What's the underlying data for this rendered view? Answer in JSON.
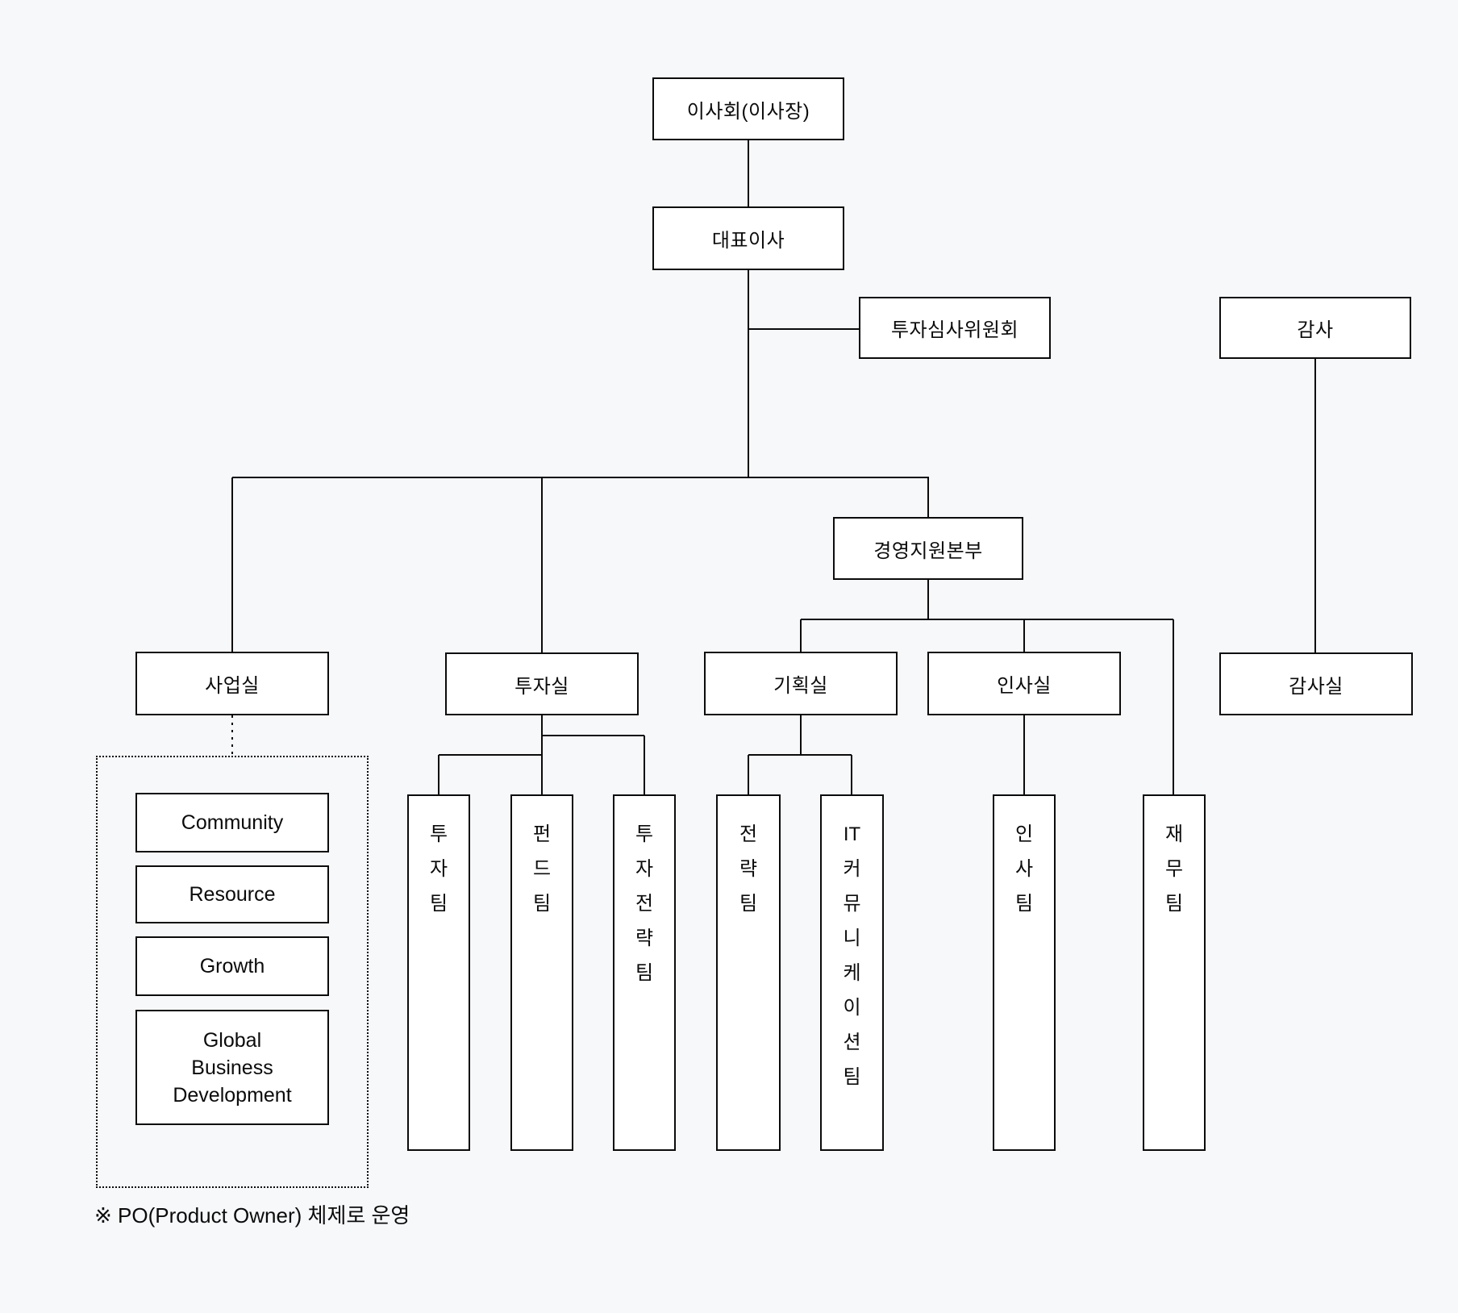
{
  "org": {
    "footnote": "※ PO(Product Owner) 체제로 운영",
    "nodes": {
      "board": {
        "label": "이사회(이사장)"
      },
      "ceo": {
        "label": "대표이사"
      },
      "investment_review_committee": {
        "label": "투자심사위원회"
      },
      "auditor": {
        "label": "감사"
      },
      "management_support_hq": {
        "label": "경영지원본부"
      },
      "business_office": {
        "label": "사업실"
      },
      "investment_office": {
        "label": "투자실"
      },
      "planning_office": {
        "label": "기획실"
      },
      "hr_office": {
        "label": "인사실"
      },
      "audit_office": {
        "label": "감사실"
      },
      "investment_team": {
        "label": "투자팀"
      },
      "fund_team": {
        "label": "펀드팀"
      },
      "investment_strategy_team": {
        "label": "투자전략팀"
      },
      "strategy_team": {
        "label": "전략팀"
      },
      "it_communication_team": {
        "label": "IT커뮤니케이션팀"
      },
      "hr_team": {
        "label": "인사팀"
      },
      "finance_team": {
        "label": "재무팀"
      }
    },
    "po_units": [
      {
        "label": "Community"
      },
      {
        "label": "Resource"
      },
      {
        "label": "Growth"
      },
      {
        "label": "Global Business Development",
        "lines": [
          "Global",
          "Business",
          "Development"
        ]
      }
    ],
    "colors": {
      "background": "#f7f8fa",
      "box_fill": "#ffffff",
      "line": "#0b0b0b"
    }
  }
}
